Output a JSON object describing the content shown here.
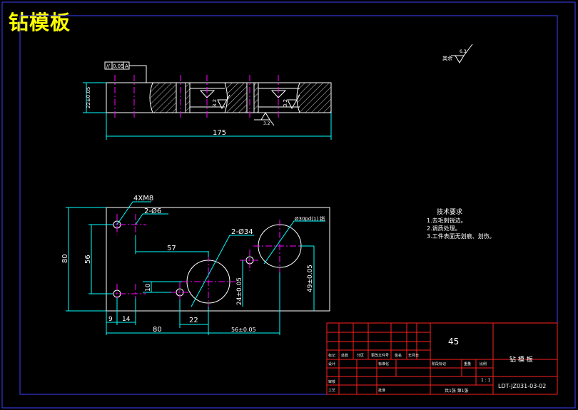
{
  "title": "钻模板",
  "top_view": {
    "tolerance_frame": {
      "symbol": "//",
      "value": "0.05",
      "datum": "A"
    },
    "thickness_dim": "22±0.05",
    "length_dim": "175",
    "surface_marks": [
      "3.2",
      "3.2",
      "3.2"
    ]
  },
  "front_view": {
    "labels": {
      "tapped": "4XM8",
      "small_holes": "2-Ø6",
      "large_holes": "2-Ø34",
      "bore": "Ø30pd(1)",
      "bore_tag": "销"
    },
    "dims": {
      "d57": "57",
      "d10": "10",
      "d22": "22",
      "d24": "24±0.05",
      "d49": "49±0.05",
      "d80_height": "80",
      "d56": "56",
      "d9": "9",
      "d14": "14",
      "d80_width": "80",
      "d56_bottom": "56±0.05"
    }
  },
  "roughness_note": {
    "prefix": "其余",
    "value": "6.3"
  },
  "tech_req": {
    "title": "技术要求",
    "items": [
      "1.去毛刺锐边。",
      "2.调质处理。",
      "3.工件表面无划痕、划伤。"
    ]
  },
  "title_block": {
    "material": "45",
    "part_name": "钻 模 板",
    "drawing_no": "LDT-JZ031-03-02",
    "scale": "1 : 1",
    "sheet": "共1张  第1张",
    "labels": [
      "标记",
      "处数",
      "分区",
      "更改文件号",
      "签名",
      "年月日",
      "设计",
      "标准化",
      "阶段标记",
      "重量",
      "比例",
      "审核",
      "工艺",
      "批准"
    ]
  }
}
